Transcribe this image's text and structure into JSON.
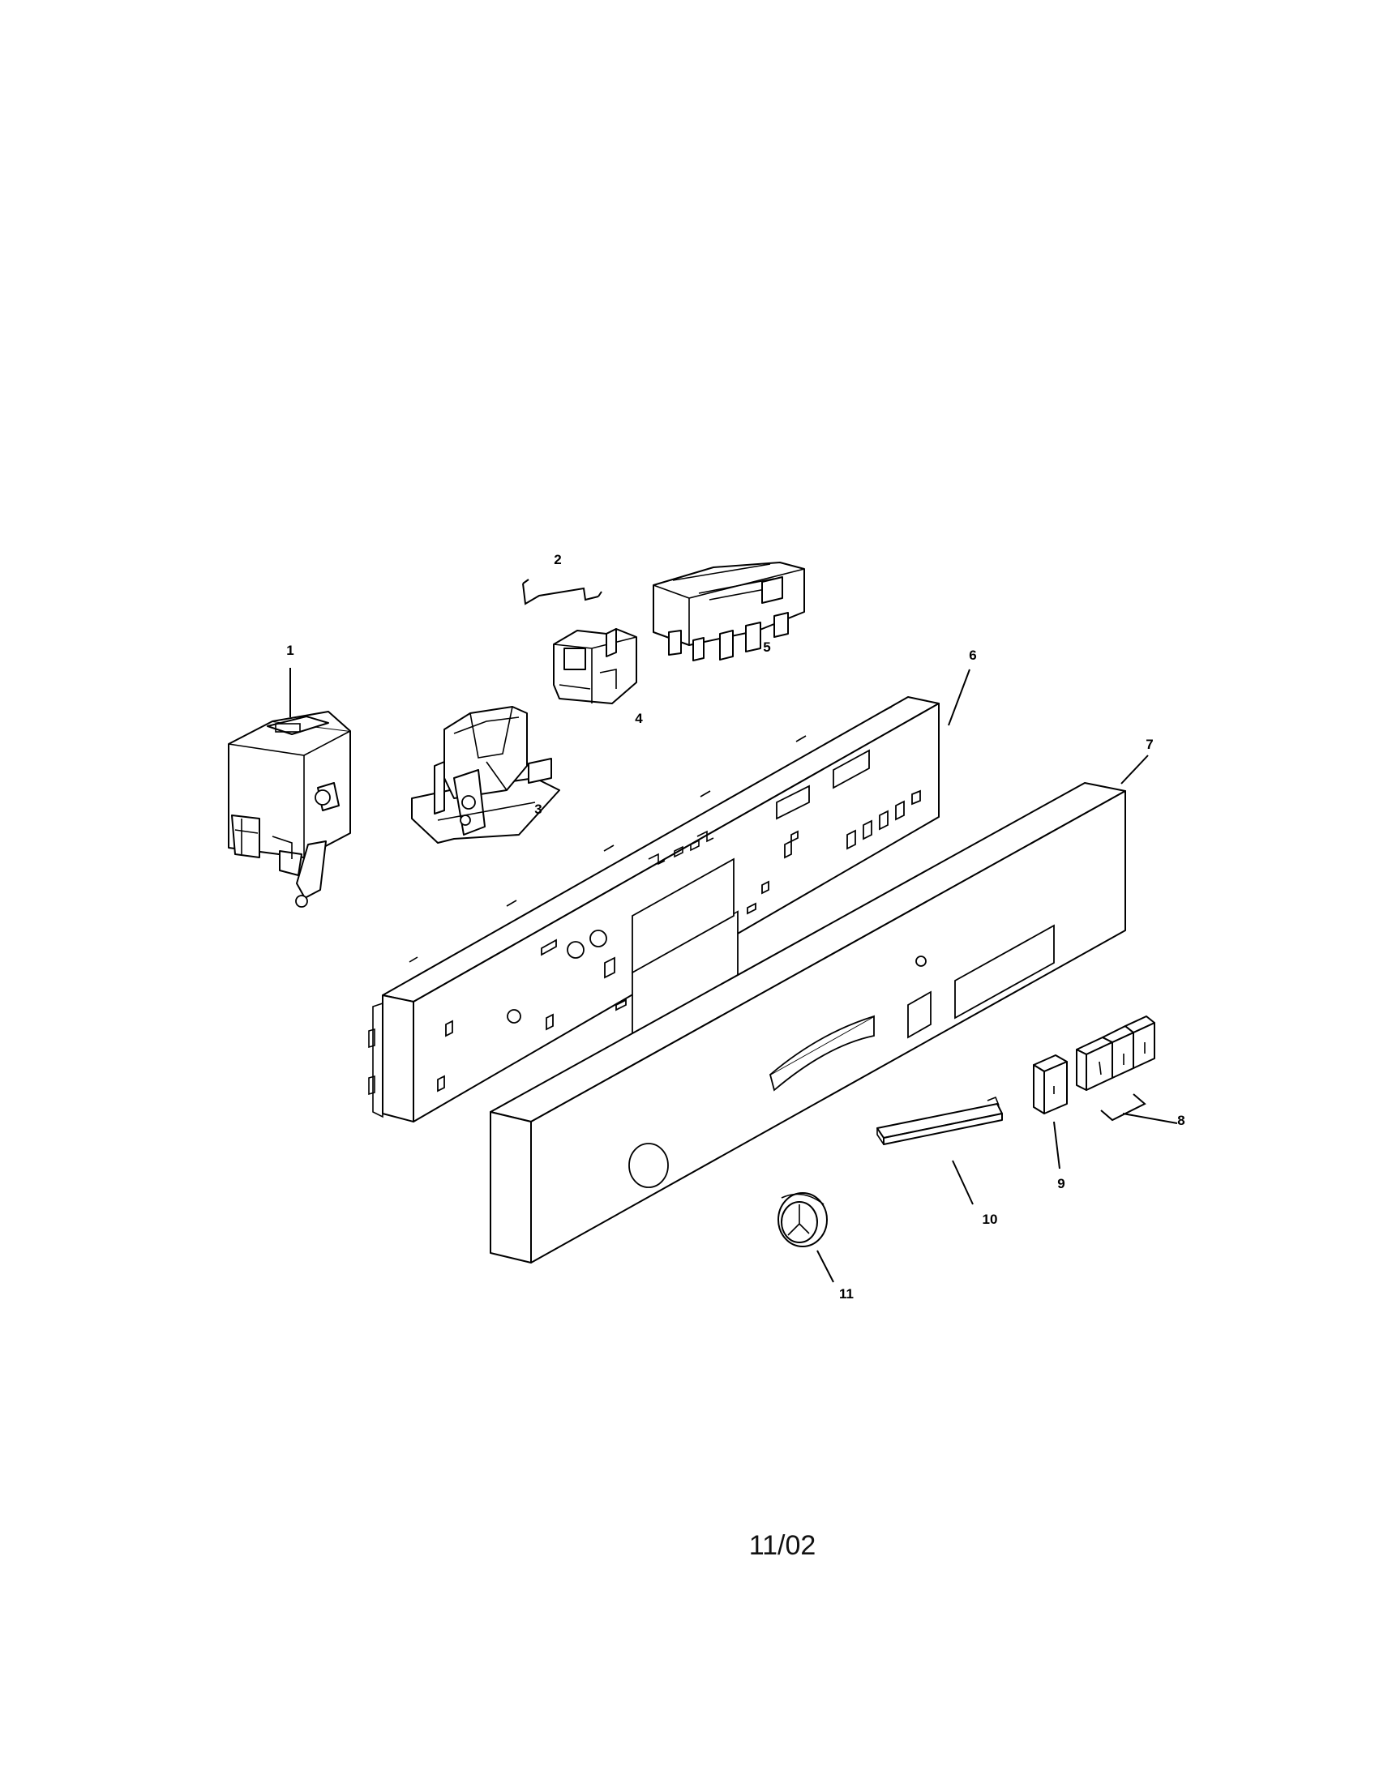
{
  "callouts": {
    "p1": "1",
    "p2": "2",
    "p3": "3",
    "p4": "4",
    "p5": "5",
    "p6": "6",
    "p7": "7",
    "p8": "8",
    "p9": "9",
    "p10": "10",
    "p11": "11"
  },
  "footer": {
    "date_code": "11/02"
  }
}
